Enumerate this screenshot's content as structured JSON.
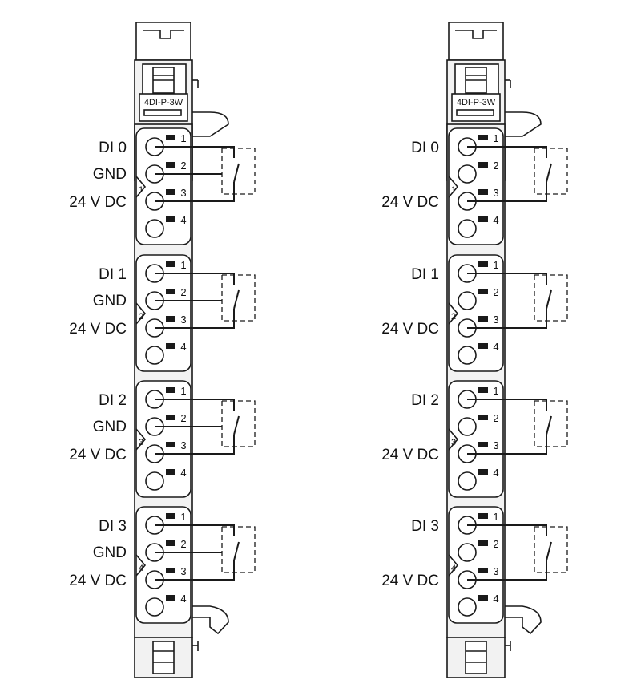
{
  "colors": {
    "line": "#1a1a1a",
    "body": "#f2f2f2",
    "background": "#ffffff"
  },
  "modules": [
    {
      "name": "module-left",
      "label": "4DI-P-3W",
      "wiring": "3-wire",
      "groups": [
        {
          "number": "1",
          "signal": "DI 0",
          "gnd": "GND",
          "supply": "24 V DC",
          "pins": [
            "1",
            "2",
            "3",
            "4"
          ]
        },
        {
          "number": "2",
          "signal": "DI 1",
          "gnd": "GND",
          "supply": "24 V DC",
          "pins": [
            "1",
            "2",
            "3",
            "4"
          ]
        },
        {
          "number": "3",
          "signal": "DI 2",
          "gnd": "GND",
          "supply": "24 V DC",
          "pins": [
            "1",
            "2",
            "3",
            "4"
          ]
        },
        {
          "number": "4",
          "signal": "DI 3",
          "gnd": "GND",
          "supply": "24 V DC",
          "pins": [
            "1",
            "2",
            "3",
            "4"
          ]
        }
      ]
    },
    {
      "name": "module-right",
      "label": "4DI-P-3W",
      "wiring": "2-wire",
      "groups": [
        {
          "number": "1",
          "signal": "DI 0",
          "gnd": "",
          "supply": "24 V DC",
          "pins": [
            "1",
            "2",
            "3",
            "4"
          ]
        },
        {
          "number": "2",
          "signal": "DI 1",
          "gnd": "",
          "supply": "24 V DC",
          "pins": [
            "1",
            "2",
            "3",
            "4"
          ]
        },
        {
          "number": "3",
          "signal": "DI 2",
          "gnd": "",
          "supply": "24 V DC",
          "pins": [
            "1",
            "2",
            "3",
            "4"
          ]
        },
        {
          "number": "4",
          "signal": "DI 3",
          "gnd": "",
          "supply": "24 V DC",
          "pins": [
            "1",
            "2",
            "3",
            "4"
          ]
        }
      ]
    }
  ]
}
